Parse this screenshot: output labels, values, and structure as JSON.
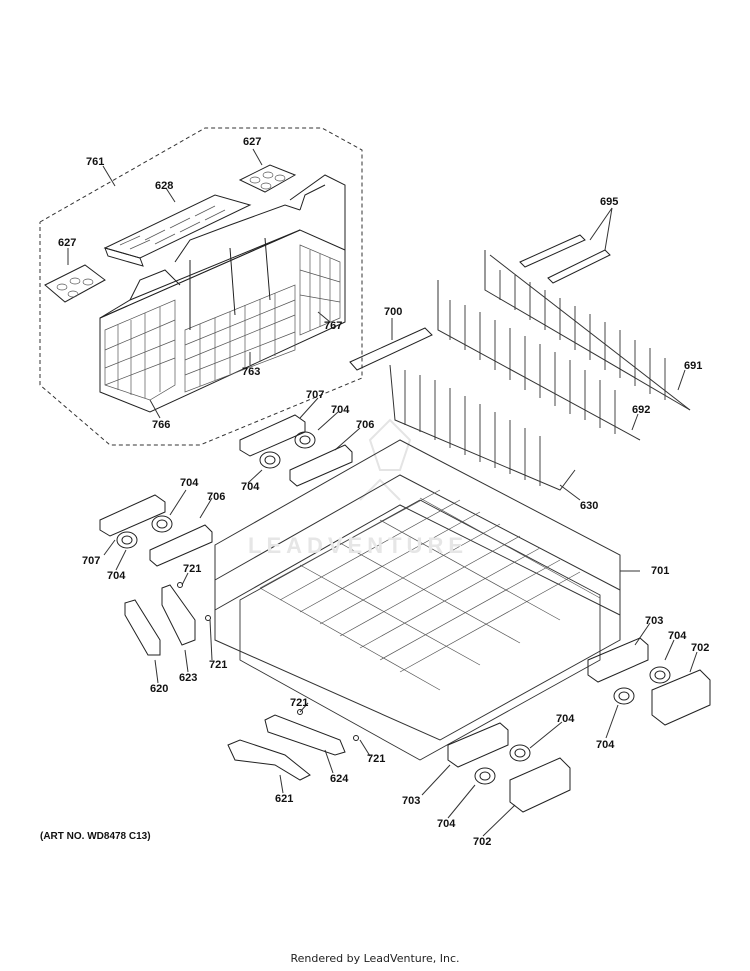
{
  "callouts": [
    {
      "id": "c761",
      "text": "761"
    },
    {
      "id": "c627a",
      "text": "627"
    },
    {
      "id": "c628",
      "text": "628"
    },
    {
      "id": "c627b",
      "text": "627"
    },
    {
      "id": "c767",
      "text": "767"
    },
    {
      "id": "c763",
      "text": "763"
    },
    {
      "id": "c766",
      "text": "766"
    },
    {
      "id": "c695",
      "text": "695"
    },
    {
      "id": "c700",
      "text": "700"
    },
    {
      "id": "c691",
      "text": "691"
    },
    {
      "id": "c692",
      "text": "692"
    },
    {
      "id": "c630",
      "text": "630"
    },
    {
      "id": "c707a",
      "text": "707"
    },
    {
      "id": "c704a",
      "text": "704"
    },
    {
      "id": "c706a",
      "text": "706"
    },
    {
      "id": "c704b",
      "text": "704"
    },
    {
      "id": "c704c",
      "text": "704"
    },
    {
      "id": "c706b",
      "text": "706"
    },
    {
      "id": "c707b",
      "text": "707"
    },
    {
      "id": "c704d",
      "text": "704"
    },
    {
      "id": "c701",
      "text": "701"
    },
    {
      "id": "c721a",
      "text": "721"
    },
    {
      "id": "c721b",
      "text": "721"
    },
    {
      "id": "c620",
      "text": "620"
    },
    {
      "id": "c623",
      "text": "623"
    },
    {
      "id": "c703a",
      "text": "703"
    },
    {
      "id": "c704e",
      "text": "704"
    },
    {
      "id": "c702a",
      "text": "702"
    },
    {
      "id": "c704f",
      "text": "704"
    },
    {
      "id": "c721c",
      "text": "721"
    },
    {
      "id": "c721d",
      "text": "721"
    },
    {
      "id": "c704g",
      "text": "704"
    },
    {
      "id": "c624",
      "text": "624"
    },
    {
      "id": "c621",
      "text": "621"
    },
    {
      "id": "c703b",
      "text": "703"
    },
    {
      "id": "c704h",
      "text": "704"
    },
    {
      "id": "c702b",
      "text": "702"
    }
  ],
  "art_number": "(ART NO. WD8478 C13)",
  "footer": "Rendered by LeadVenture, Inc.",
  "watermark": "LEADVENTURE",
  "colors": {
    "line": "#222222",
    "background": "#ffffff",
    "watermark": "#e6e6e6"
  }
}
